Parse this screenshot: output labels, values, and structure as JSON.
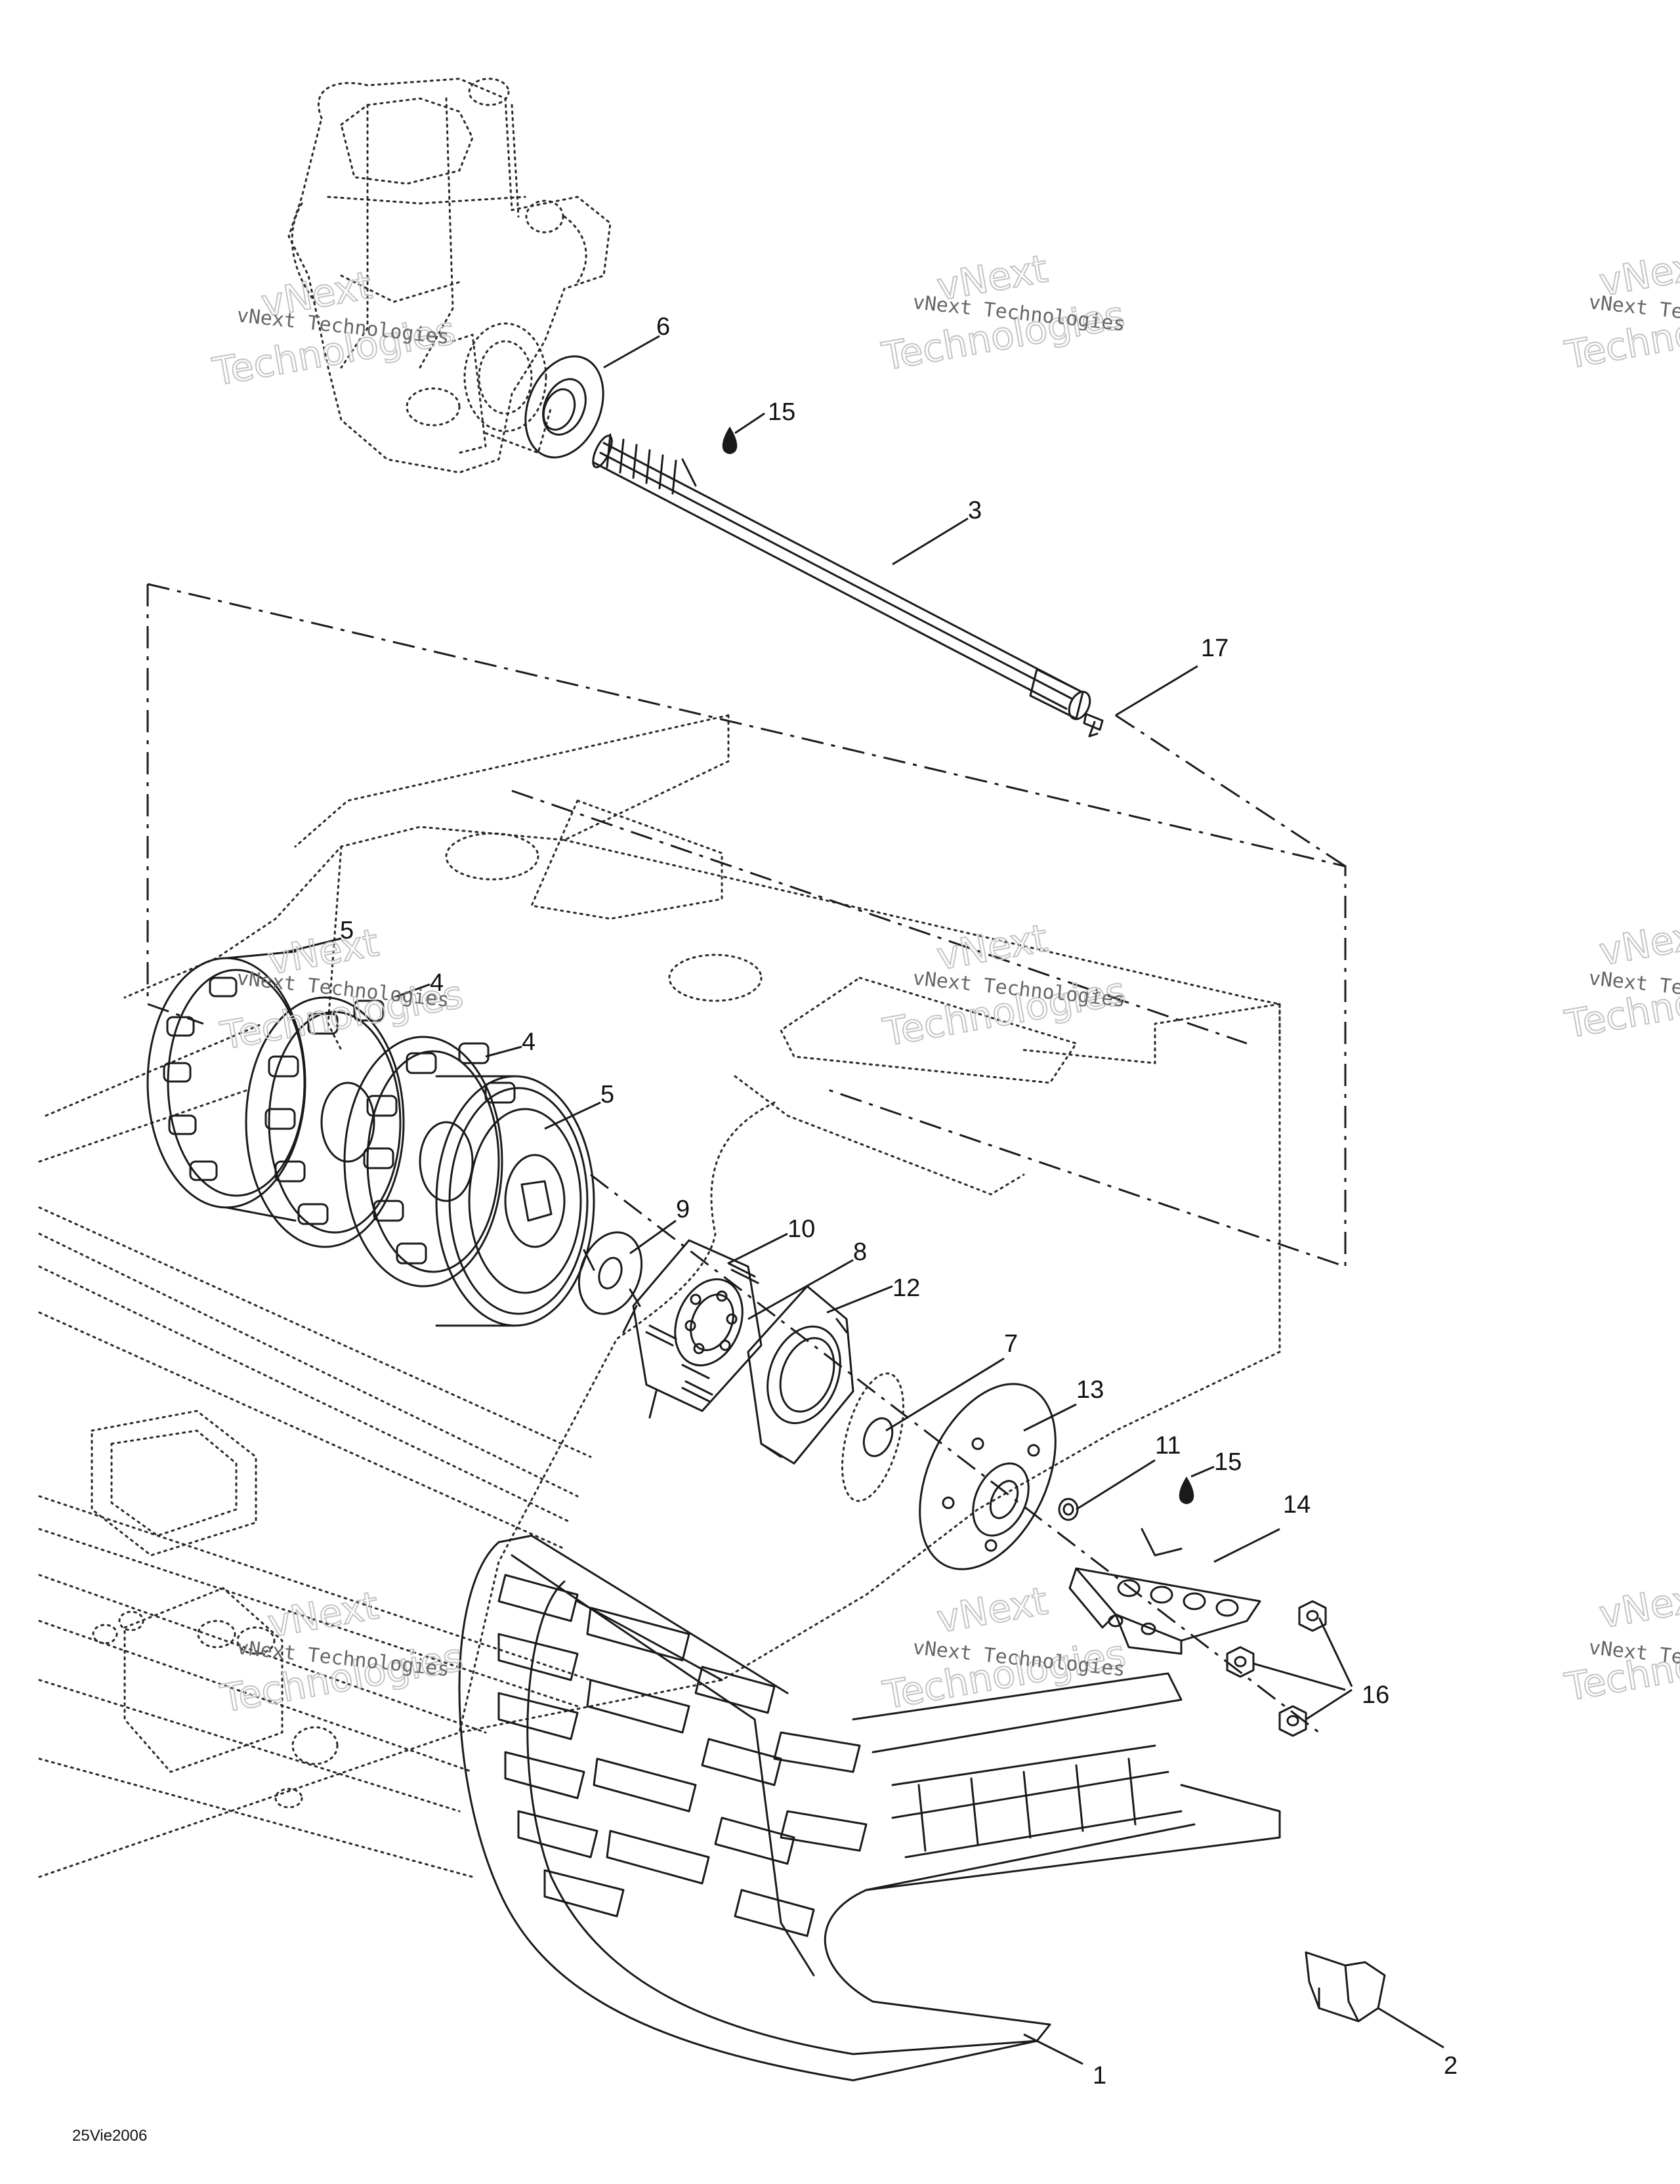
{
  "watermark": {
    "text": "vNext Technologies",
    "word1": "vNext",
    "word2": "Technologies"
  },
  "date_code": "25Vie2006",
  "callouts": [
    {
      "id": "c1",
      "label": "1"
    },
    {
      "id": "c2",
      "label": "2"
    },
    {
      "id": "c3",
      "label": "3"
    },
    {
      "id": "c4a",
      "label": "4"
    },
    {
      "id": "c4b",
      "label": "4"
    },
    {
      "id": "c5a",
      "label": "5"
    },
    {
      "id": "c5b",
      "label": "5"
    },
    {
      "id": "c6",
      "label": "6"
    },
    {
      "id": "c7",
      "label": "7"
    },
    {
      "id": "c8",
      "label": "8"
    },
    {
      "id": "c9",
      "label": "9"
    },
    {
      "id": "c10",
      "label": "10"
    },
    {
      "id": "c11",
      "label": "11"
    },
    {
      "id": "c12",
      "label": "12"
    },
    {
      "id": "c13",
      "label": "13"
    },
    {
      "id": "c14",
      "label": "14"
    },
    {
      "id": "c15a",
      "label": "15"
    },
    {
      "id": "c15b",
      "label": "15"
    },
    {
      "id": "c16",
      "label": "16"
    },
    {
      "id": "c17",
      "label": "17"
    }
  ]
}
